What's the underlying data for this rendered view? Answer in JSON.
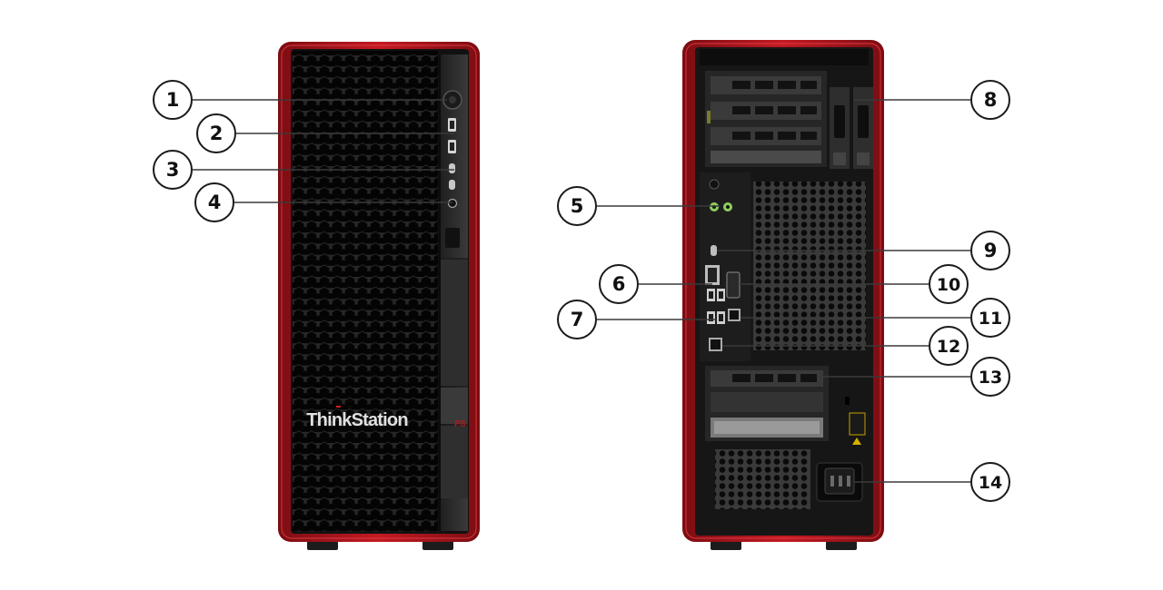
{
  "brand_logo": "ThinkStation",
  "model_mark": "P8",
  "colors": {
    "frame_red": "#b3161e",
    "frame_red_dark": "#7c0d12",
    "chassis_black": "#141414",
    "panel_gray": "#2a2a2a",
    "callout_stroke": "#1a1a1a"
  },
  "front_view": {
    "callouts": [
      "1",
      "2",
      "3",
      "4"
    ],
    "components": [
      "power-button",
      "usb-a-port",
      "usb-a-port",
      "usb-c-port",
      "usb-c-port",
      "audio-combo-jack",
      "front-access-latch"
    ]
  },
  "rear_view": {
    "callouts": [
      "5",
      "6",
      "7",
      "8",
      "9",
      "10",
      "11",
      "12",
      "13",
      "14"
    ],
    "components": [
      "audio-jacks",
      "displayport-connectors",
      "usb-a-ports",
      "graphics-card-power-connectors",
      "usb-c-port",
      "serial-connector",
      "ethernet-port",
      "ethernet-port",
      "pcie-slots",
      "power-cord-connector"
    ]
  }
}
